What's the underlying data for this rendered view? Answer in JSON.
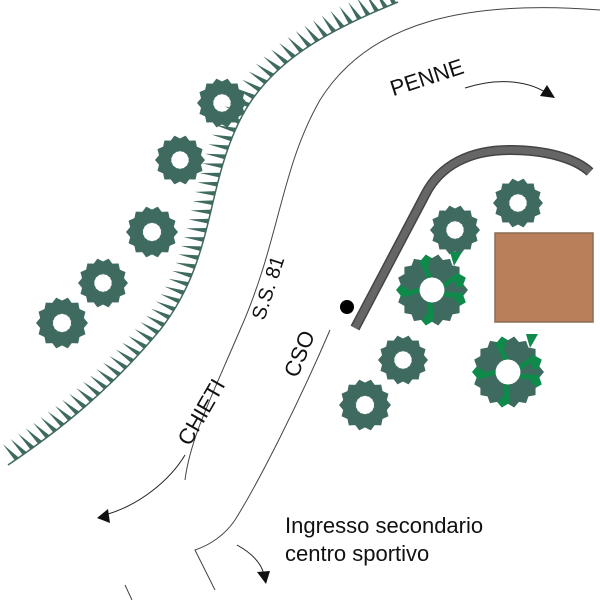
{
  "labels": {
    "penne": "PENNE",
    "road_name": "S.S. 81",
    "cso": "CSO",
    "chieti": "CHIETI",
    "entrance_line1": "Ingresso secondario",
    "entrance_line2": "centro sportivo"
  },
  "colors": {
    "tree_dark": "#3f6a60",
    "tree_bright": "#0e8a4b",
    "building": "#b97f5b",
    "building_border": "#8c6b55",
    "hedge": "#3f6a60",
    "road_gray": "#5a5a5a"
  },
  "icons": [
    "tree-icon",
    "arrow-icon",
    "location-dot-icon",
    "building-icon",
    "hedge-icon"
  ]
}
